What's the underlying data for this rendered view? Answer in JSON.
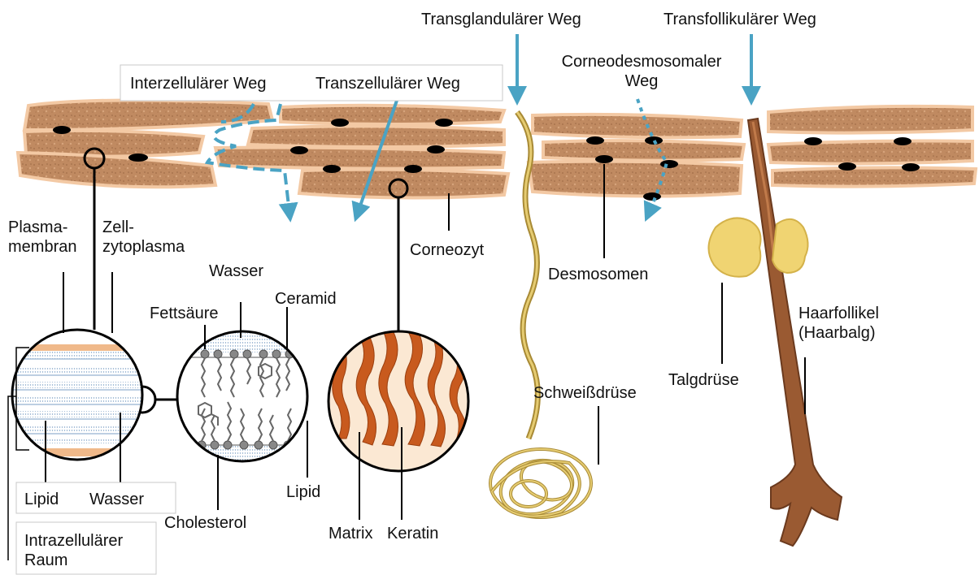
{
  "colors": {
    "arrow": "#4aa3c4",
    "corneocyte": "#c9946b",
    "corneocyte_edge": "#f3c9a4",
    "sweat_gland": "#c9a94e",
    "hair": "#9a5a32",
    "sebaceous": "#f0d472",
    "keratin": "#c85a1e"
  },
  "labels": {
    "transglandular": "Transglandulärer Weg",
    "transfollicular": "Transfollikulärer Weg",
    "corneodesmosomal": "Corneodesmosomaler\nWeg",
    "intercellular": "Interzellulärer Weg",
    "transcellular": "Transzellulärer Weg",
    "plasma_membrane": "Plasma-\nmembran",
    "cytoplasm": "Zell-\nzytoplasma",
    "corneocyte": "Corneozyt",
    "desmosomes": "Desmosomen",
    "water_top": "Wasser",
    "ceramide": "Ceramid",
    "fatty_acid": "Fettsäure",
    "lipid_left": "Lipid",
    "water_left": "Wasser",
    "intracellular": "Intrazellulärer\nRaum",
    "cholesterol": "Cholesterol",
    "lipid_mid": "Lipid",
    "matrix": "Matrix",
    "keratin": "Keratin",
    "sweat_gland": "Schweißdrüse",
    "sebaceous_gland": "Talgdrüse",
    "hair_follicle": "Haarfollikel\n(Haarbalg)"
  }
}
